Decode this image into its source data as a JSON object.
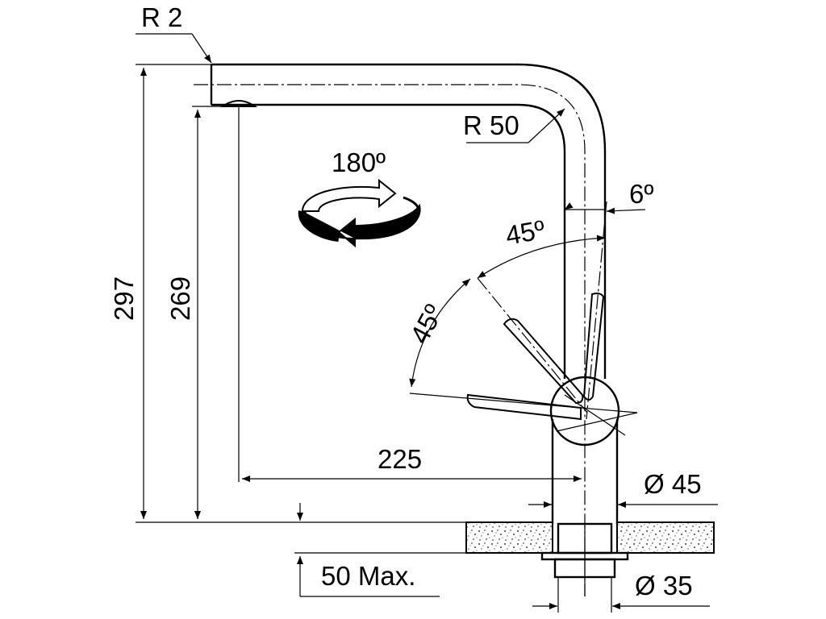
{
  "drawing": {
    "label_r2": "R 2",
    "label_r50": "R 50",
    "label_rotation": "180º",
    "label_6deg": "6º",
    "label_45deg_upper": "45º",
    "label_45deg_left": "45º",
    "label_297": "297",
    "label_269": "269",
    "label_225": "225",
    "label_d45": "Ø 45",
    "label_d35": "Ø 35",
    "label_50max": "50 Max."
  }
}
